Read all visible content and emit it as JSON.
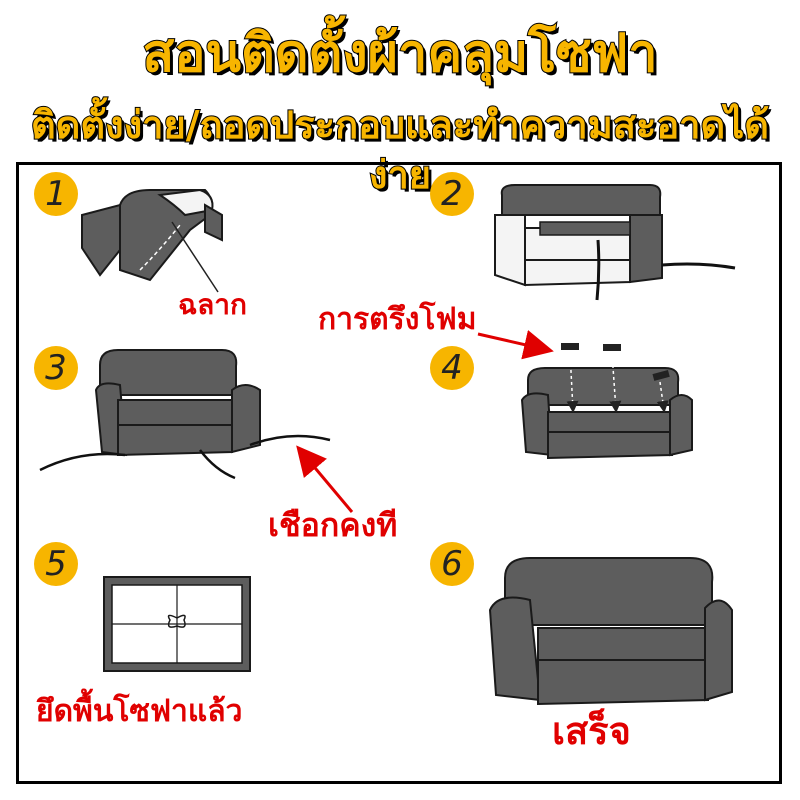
{
  "header": {
    "title": "สอนติดตั้งผ้าคลุมโซฟา",
    "subtitle": "ติดตั้งง่าย/ถอดประกอบและทำความสะอาดได้ง่าย"
  },
  "steps": [
    {
      "number": "1",
      "label": "ฉลาก"
    },
    {
      "number": "2",
      "label": "การตรึงโฟม"
    },
    {
      "number": "3",
      "label": "เชือกคงที"
    },
    {
      "number": "4",
      "label": ""
    },
    {
      "number": "5",
      "label": "ยึดพื้นโซฟาแล้ว"
    },
    {
      "number": "6",
      "label": "เสร็จ"
    }
  ],
  "colors": {
    "title_fill": "#f7b500",
    "badge": "#f7b500",
    "label": "#e00000",
    "sofa": "#5d5d5d",
    "sofa_outline": "#1a1a1a"
  }
}
